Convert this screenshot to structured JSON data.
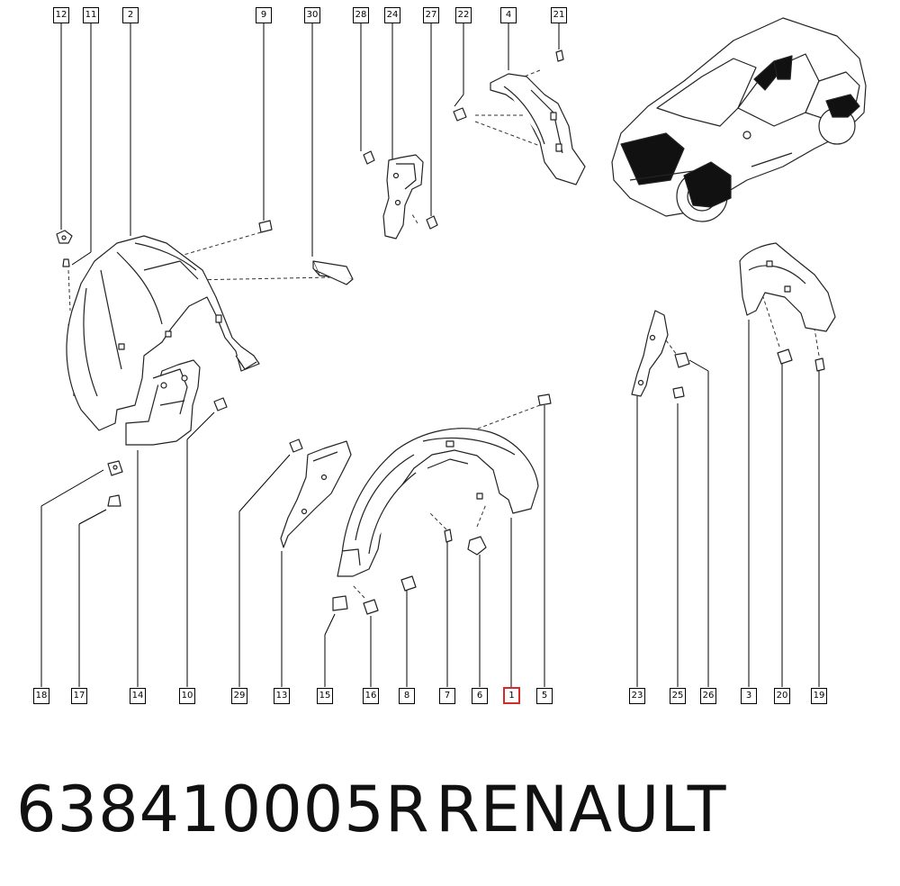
{
  "callouts_top": [
    "12",
    "11",
    "2",
    "9",
    "30",
    "28",
    "24",
    "27",
    "22",
    "4",
    "21"
  ],
  "callouts_bottom": [
    "18",
    "17",
    "14",
    "10",
    "29",
    "13",
    "15",
    "16",
    "8",
    "7",
    "6",
    "1",
    "5",
    "23",
    "25",
    "26",
    "3",
    "20",
    "19"
  ],
  "highlighted_callout": "1",
  "part_number": "638410005R",
  "brand": "RENAULT",
  "colors": {
    "highlight": "#d62b2b",
    "ink": "#111111"
  }
}
